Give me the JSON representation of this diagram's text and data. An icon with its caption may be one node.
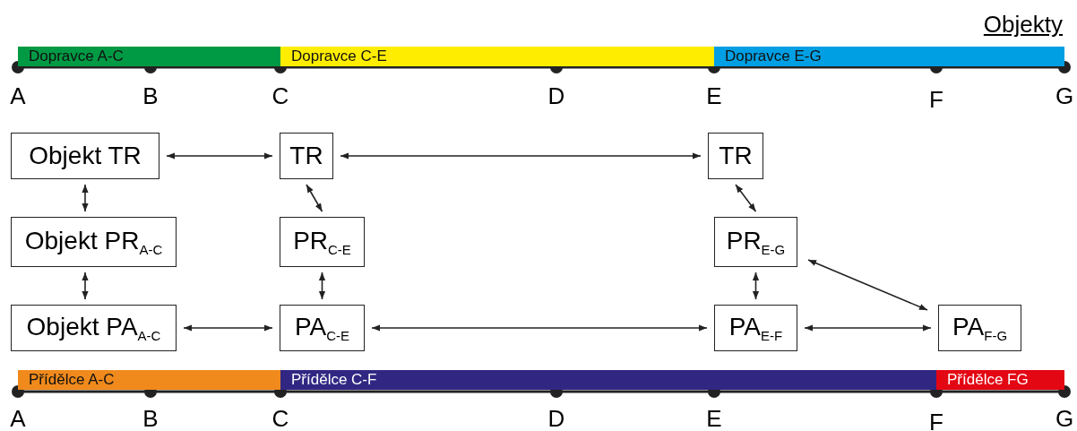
{
  "diagram": {
    "title": "Objekty",
    "nodes": [
      {
        "text": [
          "Dopravce A-C"
        ]
      },
      {
        "text": [
          "Dopravce C-E"
        ]
      },
      {
        "text": [
          "Dopravce E-G"
        ]
      },
      {
        "text": [
          "Objekt TR"
        ]
      },
      {
        "text": [
          "TR"
        ]
      },
      {
        "text": [
          "TR"
        ]
      },
      {
        "text": [
          "Objekt PR$_{A-C}$"
        ]
      },
      {
        "text": [
          "PR$_{C-E}$"
        ]
      },
      {
        "text": [
          "PR$_{E-G}$"
        ]
      },
      {
        "text": [
          "Objekt PA$_{A-C}$"
        ]
      },
      {
        "text": [
          "PA$_{C-E}$"
        ]
      },
      {
        "text": [
          "PA$_{E-F}$"
        ]
      },
      {
        "text": [
          "PA$_{F-G}$"
        ]
      },
      {
        "text": [
          "Přídělce A-C"
        ]
      },
      {
        "text": [
          "Přídělce C-F"
        ]
      },
      {
        "text": [
          "Přídělce FG"
        ]
      }
    ],
    "edges": [
      {
        "from": 3,
        "to": 4,
        "arrow": "both"
      },
      {
        "from": 4,
        "to": 5,
        "arrow": "both"
      },
      {
        "from": 3,
        "to": 6,
        "arrow": "both"
      },
      {
        "from": 4,
        "to": 7,
        "arrow": "both"
      },
      {
        "from": 5,
        "to": 8,
        "arrow": "both"
      },
      {
        "from": 6,
        "to": 9,
        "arrow": "both"
      },
      {
        "from": 7,
        "to": 10,
        "arrow": "both"
      },
      {
        "from": 8,
        "to": 11,
        "arrow": "both"
      },
      {
        "from": 8,
        "to": 12,
        "arrow": "both"
      },
      {
        "from": 9,
        "to": 10,
        "arrow": "both"
      },
      {
        "from": 10,
        "to": 11,
        "arrow": "both"
      },
      {
        "from": 11,
        "to": 12,
        "arrow": "both"
      }
    ],
    "labels": [
      "A",
      "B",
      "C",
      "D",
      "E",
      "F",
      "G",
      "A",
      "B",
      "C",
      "D",
      "E",
      "F",
      "G"
    ]
  }
}
